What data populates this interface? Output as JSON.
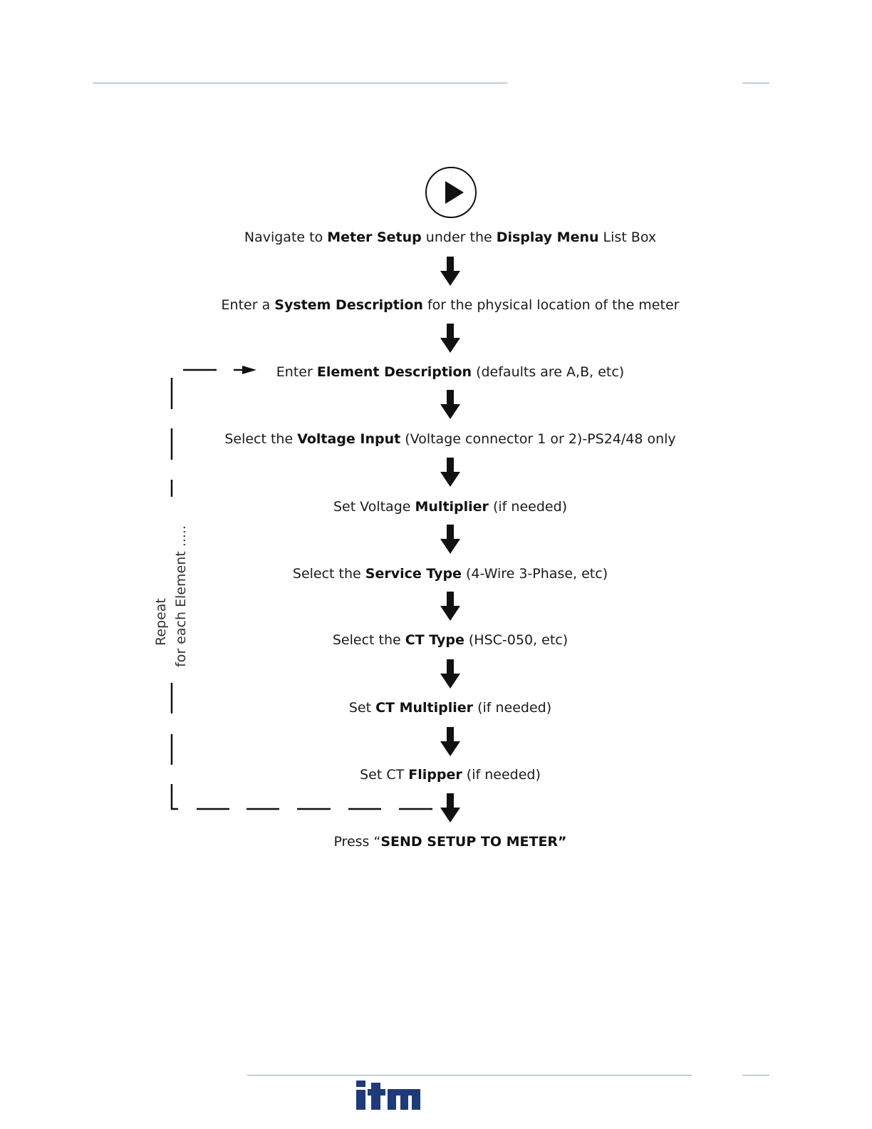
{
  "steps": [
    {
      "parts": [
        {
          "t": "Navigate to ",
          "b": false
        },
        {
          "t": "Meter Setup",
          "b": true
        },
        {
          "t": " under the ",
          "b": false
        },
        {
          "t": "Display Menu",
          "b": true
        },
        {
          "t": " List Box",
          "b": false
        }
      ]
    },
    {
      "parts": [
        {
          "t": "Enter a ",
          "b": false
        },
        {
          "t": "System Description",
          "b": true
        },
        {
          "t": " for the physical location of the meter",
          "b": false
        }
      ]
    },
    {
      "parts": [
        {
          "t": "Enter ",
          "b": false
        },
        {
          "t": "Element Description",
          "b": true
        },
        {
          "t": " (defaults are A,B, etc)",
          "b": false
        }
      ]
    },
    {
      "parts": [
        {
          "t": "Select the ",
          "b": false
        },
        {
          "t": "Voltage Input",
          "b": true
        },
        {
          "t": " (Voltage connector 1 or 2)-PS24/48 only",
          "b": false
        }
      ]
    },
    {
      "parts": [
        {
          "t": "Set Voltage ",
          "b": false
        },
        {
          "t": "Multiplier",
          "b": true
        },
        {
          "t": " (if needed)",
          "b": false
        }
      ]
    },
    {
      "parts": [
        {
          "t": "Select the ",
          "b": false
        },
        {
          "t": "Service Type",
          "b": true
        },
        {
          "t": " (4-Wire 3-Phase, etc)",
          "b": false
        }
      ]
    },
    {
      "parts": [
        {
          "t": "Select the ",
          "b": false
        },
        {
          "t": "CT Type",
          "b": true
        },
        {
          "t": " (HSC-050, etc)",
          "b": false
        }
      ]
    },
    {
      "parts": [
        {
          "t": "Set ",
          "b": false
        },
        {
          "t": "CT Multiplier",
          "b": true
        },
        {
          "t": " (if needed)",
          "b": false
        }
      ]
    },
    {
      "parts": [
        {
          "t": "Set CT ",
          "b": false
        },
        {
          "t": "Flipper",
          "b": true
        },
        {
          "t": " (if needed)",
          "b": false
        }
      ]
    },
    {
      "parts": [
        {
          "t": "Press “",
          "b": false
        },
        {
          "t": "SEND SETUP TO METER”",
          "b": true
        }
      ]
    }
  ],
  "repeat_label": {
    "line1": "Repeat",
    "line2": "for each Element ....."
  },
  "footer": {
    "logo_text": "itm"
  },
  "icons": {
    "start": "play-icon",
    "flow_arrow": "arrow-down-icon",
    "loop_arrow": "arrow-right-icon"
  },
  "colors": {
    "rule": "#8aa2cc",
    "logo": "#1e3a78",
    "ink": "#111111"
  }
}
